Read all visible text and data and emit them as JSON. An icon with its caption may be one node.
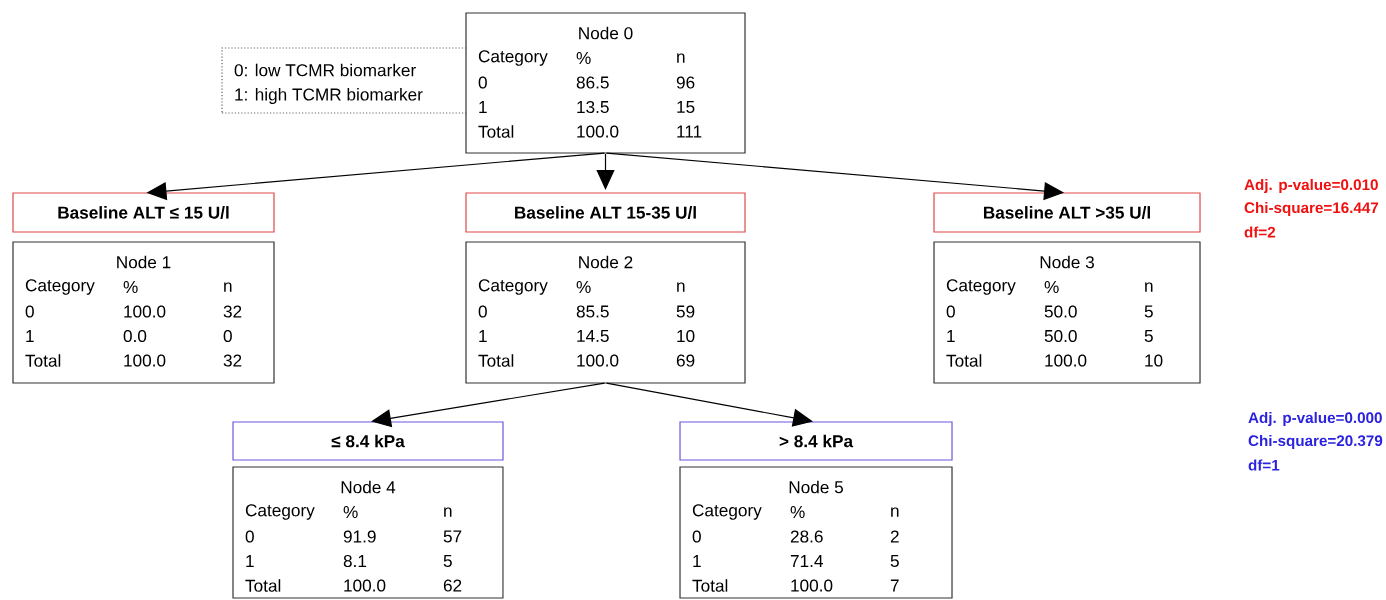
{
  "diagram": {
    "nodes": [
      {
        "text": [
          "0: low TCMR biomarker",
          "1: high TCMR biomarker"
        ]
      },
      {
        "text": [
          "Node 0",
          "Category",
          "%",
          "n",
          "0",
          "86.5",
          "96",
          "1",
          "13.5",
          "15",
          "Total",
          "100.0",
          "111"
        ]
      },
      {
        "text": [
          "Baseline ALT ≤ 15 U/l"
        ]
      },
      {
        "text": [
          "Baseline ALT 15-35 U/l"
        ]
      },
      {
        "text": [
          "Baseline ALT >35 U/l"
        ]
      },
      {
        "text": [
          "Node 1",
          "Category",
          "%",
          "n",
          "0",
          "100.0",
          "32",
          "1",
          "0.0",
          "0",
          "Total",
          "100.0",
          "32"
        ]
      },
      {
        "text": [
          "Node 2",
          "Category",
          "%",
          "n",
          "0",
          "85.5",
          "59",
          "1",
          "14.5",
          "10",
          "Total",
          "100.0",
          "69"
        ]
      },
      {
        "text": [
          "Node 3",
          "Category",
          "%",
          "n",
          "0",
          "50.0",
          "5",
          "1",
          "50.0",
          "5",
          "Total",
          "100.0",
          "10"
        ]
      },
      {
        "text": [
          "≤ 8.4 kPa"
        ]
      },
      {
        "text": [
          "> 8.4 kPa"
        ]
      },
      {
        "text": [
          "Node 4",
          "Category",
          "%",
          "n",
          "0",
          "91.9",
          "57",
          "1",
          "8.1",
          "5",
          "Total",
          "100.0",
          "62"
        ]
      },
      {
        "text": [
          "Node 5",
          "Category",
          "%",
          "n",
          "0",
          "28.6",
          "2",
          "1",
          "71.4",
          "5",
          "Total",
          "100.0",
          "7"
        ]
      }
    ],
    "edges": [
      {
        "from": 1,
        "to": 2,
        "arrow": "to"
      },
      {
        "from": 1,
        "to": 3,
        "arrow": "to"
      },
      {
        "from": 1,
        "to": 4,
        "arrow": "to"
      },
      {
        "from": 6,
        "to": 8,
        "arrow": "to"
      },
      {
        "from": 6,
        "to": 9,
        "arrow": "to"
      }
    ],
    "labels": [
      "Adj. p-value=0.010",
      "Chi-square=16.447",
      "df=2",
      "Adj. p-value=0.000",
      "Chi-square=20.379",
      "df=1"
    ]
  }
}
